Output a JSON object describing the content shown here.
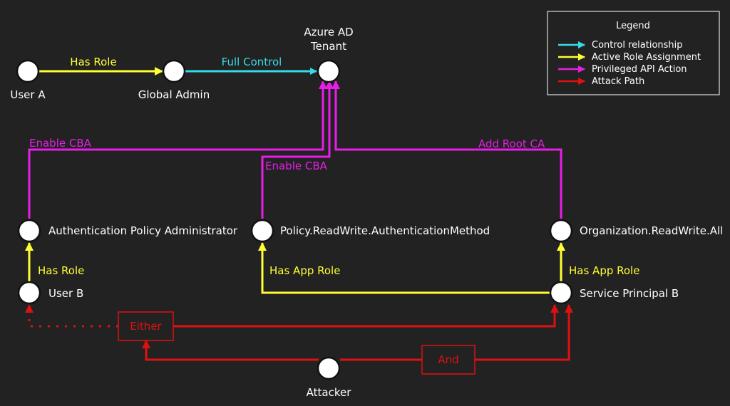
{
  "colors": {
    "background": "#222222",
    "control": "#36dbe6",
    "role": "#ffff33",
    "api": "#e81ee8",
    "attack": "#e01010",
    "node_fill": "#ffffff",
    "text": "#ffffff"
  },
  "nodes": {
    "user_a": "User A",
    "global_admin": "Global Admin",
    "tenant_line1": "Azure AD",
    "tenant_line2": "Tenant",
    "auth_policy_admin": "Authentication Policy Administrator",
    "policy_rw_auth": "Policy.ReadWrite.AuthenticationMethod",
    "org_rw_all": "Organization.ReadWrite.All",
    "user_b": "User B",
    "service_principal_b": "Service Principal B",
    "attacker": "Attacker"
  },
  "edges": {
    "has_role_top": "Has Role",
    "full_control": "Full Control",
    "enable_cba_left": "Enable CBA",
    "enable_cba_mid": "Enable CBA",
    "add_root_ca": "Add Root CA",
    "has_role_left": "Has Role",
    "has_app_role_mid": "Has App Role",
    "has_app_role_right": "Has App Role"
  },
  "gates": {
    "either": "Either",
    "and": "And"
  },
  "legend": {
    "title": "Legend",
    "items": [
      {
        "label": "Control relationship",
        "color": "#36dbe6"
      },
      {
        "label": "Active Role Assignment",
        "color": "#ffff33"
      },
      {
        "label": "Privileged API Action",
        "color": "#e81ee8"
      },
      {
        "label": "Attack Path",
        "color": "#e01010"
      }
    ]
  }
}
